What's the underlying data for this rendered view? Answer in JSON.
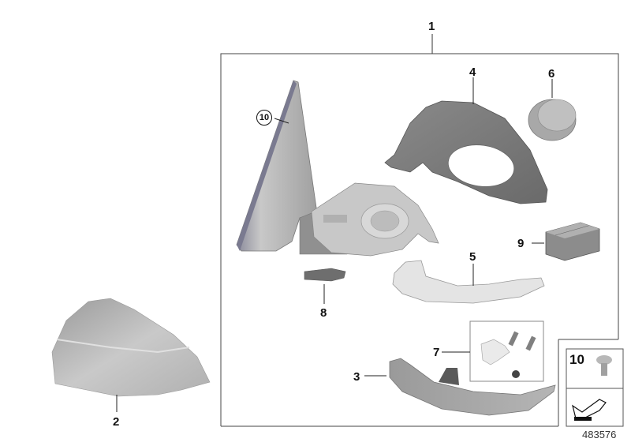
{
  "diagram": {
    "type": "exploded parts diagram",
    "subject": "Exterior side mirror assembly",
    "reference_number": "483576",
    "callouts": [
      {
        "id": "1",
        "label": "1",
        "part": "mirror-assembly-group"
      },
      {
        "id": "2",
        "label": "2",
        "part": "mirror-cap-cover"
      },
      {
        "id": "3",
        "label": "3",
        "part": "lower-mirror-housing-trim"
      },
      {
        "id": "4",
        "label": "4",
        "part": "mirror-housing-frame"
      },
      {
        "id": "5",
        "label": "5",
        "part": "turn-signal-indicator"
      },
      {
        "id": "6",
        "label": "6",
        "part": "mirror-drive-motor"
      },
      {
        "id": "7",
        "label": "7",
        "part": "screw-and-clip-kit"
      },
      {
        "id": "8",
        "label": "8",
        "part": "small-cover-cap"
      },
      {
        "id": "9",
        "label": "9",
        "part": "box-package"
      },
      {
        "id": "10",
        "label": "10",
        "part": "mirror-base-triangle-screw",
        "circled": true
      }
    ],
    "legend": {
      "item_label": "10",
      "item": "screw-icon",
      "direction_symbol": "arrow-left-down-icon"
    }
  },
  "colors": {
    "line": "#111111",
    "frame": "#555555",
    "part_gray": "#a8a8a8",
    "part_dark": "#7a7a7a",
    "part_light": "#d6d6d6"
  }
}
